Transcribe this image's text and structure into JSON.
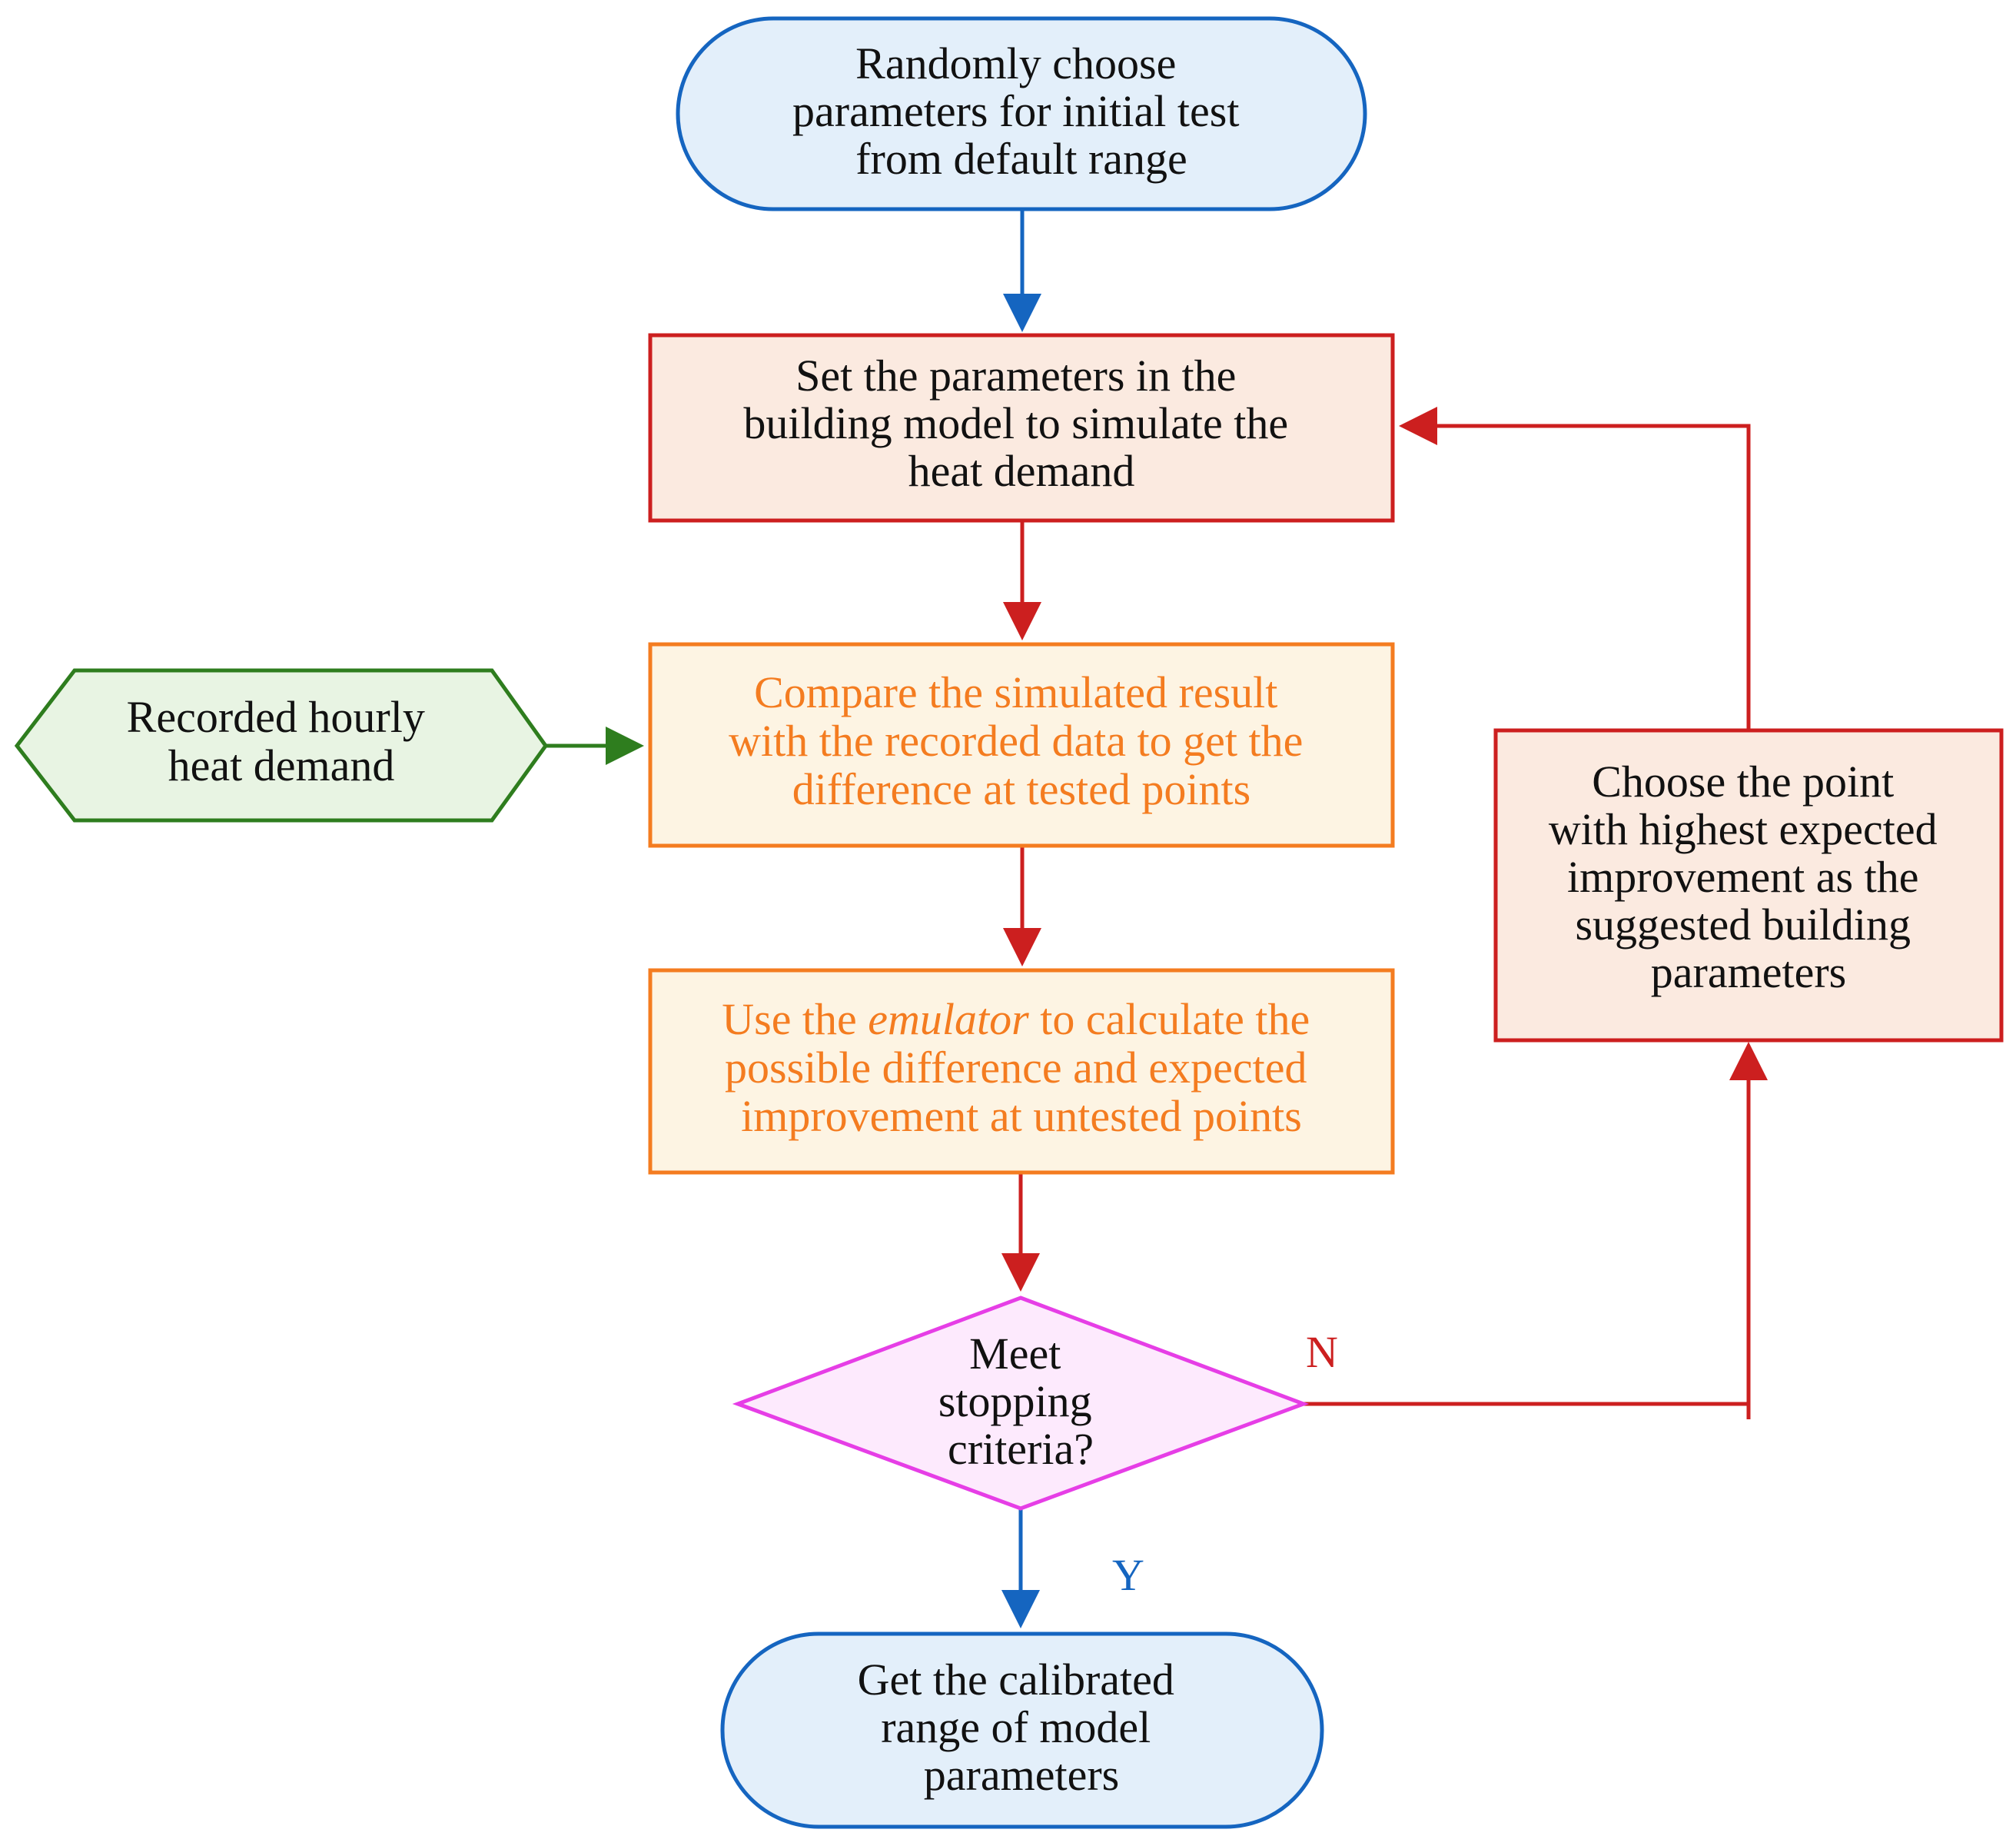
{
  "colors": {
    "blue_stroke": "#1565c0",
    "blue_fill": "#e3effa",
    "red_stroke": "#cc1f1f",
    "red_fill": "#fbeae0",
    "orange_stroke": "#f47c20",
    "orange_fill": "#fdf4e3",
    "orange_text": "#f47c20",
    "green_stroke": "#2e7d1e",
    "green_fill": "#e8f4e3",
    "magenta_stroke": "#e63ee6",
    "magenta_fill": "#fdeafd",
    "black_text": "#111111"
  },
  "nodes": {
    "start": {
      "lines": [
        "Randomly choose",
        "parameters for initial test",
        "from default range"
      ]
    },
    "set_params": {
      "lines": [
        "Set the parameters in the",
        "building model to simulate the",
        "heat demand"
      ]
    },
    "compare": {
      "lines": [
        "Compare the simulated result",
        "with the recorded data to get the",
        "difference at tested points"
      ]
    },
    "emulator": {
      "line1_prefix": "Use the ",
      "line1_italic": "emulator",
      "line1_suffix": " to calculate the",
      "lines": [
        "possible difference and expected",
        "improvement at untested points"
      ]
    },
    "decision": {
      "lines": [
        "Meet",
        "stopping",
        "criteria?"
      ]
    },
    "end": {
      "lines": [
        "Get the calibrated",
        "range of model",
        "parameters"
      ]
    },
    "recorded": {
      "lines": [
        "Recorded hourly",
        "heat demand"
      ]
    },
    "choose_point": {
      "lines": [
        "Choose the point",
        "with highest expected",
        "improvement as the",
        "suggested building",
        "parameters"
      ]
    }
  },
  "edge_labels": {
    "no": "N",
    "yes": "Y"
  }
}
